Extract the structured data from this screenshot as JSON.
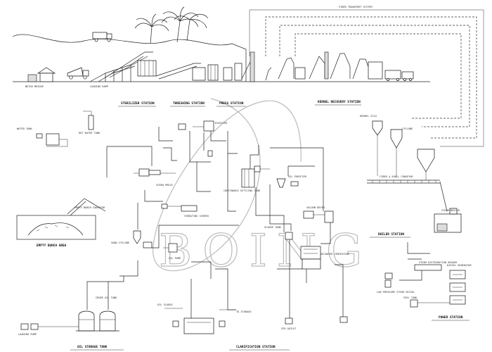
{
  "watermark": {
    "text": "BOING"
  },
  "labels": {
    "fiber_transport": "FIBER TRANSPORT SYSTEM",
    "sterilizer_station": "STERILIZER STATION",
    "threshing_station": "THRESHING STATION",
    "press_station": "PRESS STATION",
    "kernel_recovery": "KERNEL RECOVERY STATION",
    "boiler_station": "BOILER STATION",
    "power_station": "POWER STATION",
    "oil_storage": "OIL STORAGE TANK",
    "clarification": "CLARIFICATION STATION",
    "efb_area": "EMPTY BUNCH AREA",
    "fiber_conveyor": "FIBER & SHELL CONVEYOR",
    "efb_conveyor": "EMPTY BUNCH CONVEYOR",
    "kernel_silo": "KERNEL SILO",
    "steam_boiler": "STEAM BOILER",
    "steam_header": "STEAM DISTRIBUTION HEADER",
    "low_pressure_vessel": "LOW PRESSURE STEAM VESSEL",
    "fuel_tank": "FUEL TANK",
    "diesel_gen": "DIESEL GENERATOR",
    "crude_oil_tank": "CRUDE OIL TANK",
    "clarifier": "CONTINUOUS SETTLING TANK",
    "oil_purifier": "OIL PURIFIER",
    "vacuum_dryer": "VACUUM DRYER",
    "sludge_tank": "SLUDGE TANK",
    "sand_cyclone": "SAND CYCLONE",
    "vibrating_screen": "VIBRATING SCREEN",
    "centrifuge": "DECANTER CENTRIFUGE",
    "screw_press": "SCREW PRESS",
    "digester": "DIGESTER",
    "oil_pump": "OIL PUMP",
    "hot_water_tank": "HOT WATER TANK",
    "water_tank": "WATER TANK",
    "cyclone": "CYCLONE",
    "oil_sludge": "OIL SLUDGE",
    "to_storage": "TO STORAGE",
    "loading_pump": "LOADING PUMP",
    "loading_ramp": "LOADING RAMP",
    "weighbridge": "WEIGH BRIDGE",
    "cpo_outlet": "CPO OUTLET"
  }
}
